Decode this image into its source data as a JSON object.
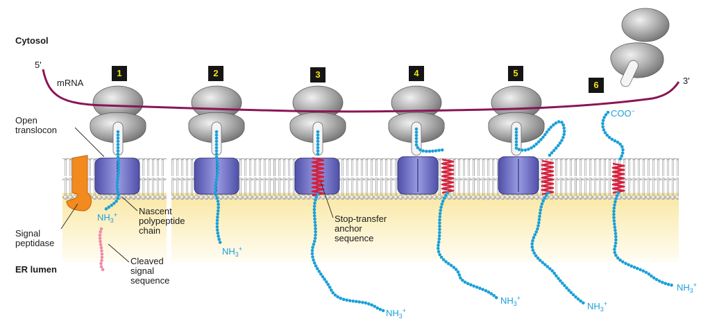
{
  "regions": {
    "cytosol": "Cytosol",
    "er_lumen": "ER lumen"
  },
  "mrna": {
    "label": "mRNA",
    "five_prime": "5'",
    "three_prime": "3'"
  },
  "steps": [
    "1",
    "2",
    "3",
    "4",
    "5",
    "6"
  ],
  "labels": {
    "open_translocon_line1": "Open",
    "open_translocon_line2": "translocon",
    "signal_peptidase_line1": "Signal",
    "signal_peptidase_line2": "peptidase",
    "nascent_line1": "Nascent",
    "nascent_line2": "polypeptide",
    "nascent_line3": "chain",
    "cleaved_line1": "Cleaved",
    "cleaved_line2": "signal",
    "cleaved_line3": "sequence",
    "stop_line1": "Stop-transfer",
    "stop_line2": "anchor",
    "stop_line3": "sequence"
  },
  "termini": {
    "nh3": "NH",
    "nh3_sub": "3",
    "nh3_sup": "+",
    "coo": "COO",
    "coo_sup": "−"
  },
  "colors": {
    "ribosome": "#9a9a9a",
    "translocon": "#6e6fc8",
    "polypeptide": "#1aa0d8",
    "stop_transfer": "#d81e3a",
    "mrna": "#8a1555",
    "peptidase": "#f28a1e",
    "signal_sequence": "#f08aa8",
    "lumen": "#fbeeb8",
    "step_box": "#151515",
    "step_text": "#f2e21a"
  }
}
